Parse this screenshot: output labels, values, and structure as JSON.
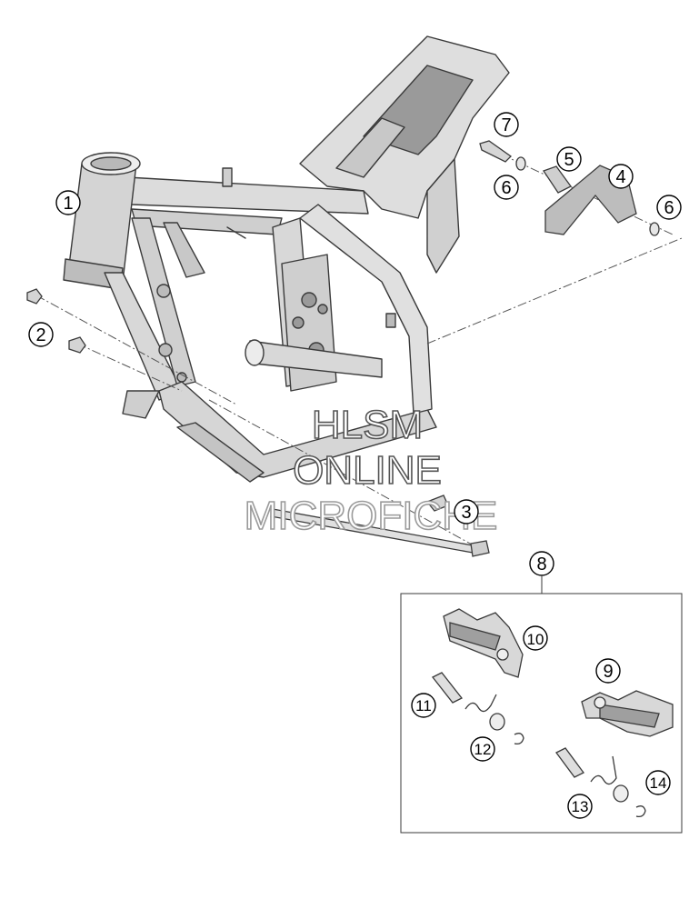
{
  "callouts": {
    "c1": "1",
    "c2": "2",
    "c3": "3",
    "c4": "4",
    "c5": "5",
    "c6a": "6",
    "c6b": "6",
    "c7": "7",
    "c8": "8",
    "c9": "9",
    "c10": "10",
    "c11": "11",
    "c12": "12",
    "c13": "13",
    "c14": "14"
  },
  "watermark": {
    "line1": "HLSM",
    "line2": "ONLINE",
    "line3": "MICROFICHE"
  },
  "colors": {
    "line": "#3a3a3a",
    "fill_light": "#dcdcdc",
    "fill_mid": "#c4c4c4",
    "fill_dark": "#9a9a9a"
  }
}
